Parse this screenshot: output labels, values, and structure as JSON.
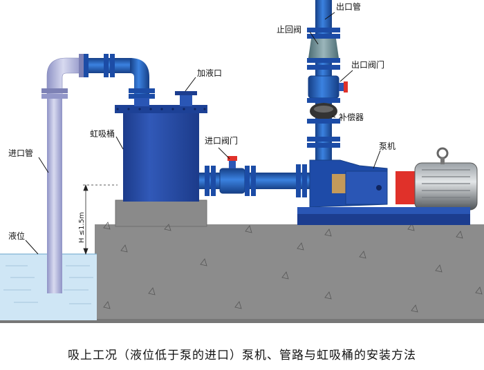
{
  "labels": {
    "outlet_pipe": "出口管",
    "check_valve": "止回阀",
    "outlet_valve": "出口阀门",
    "add_liquid_port": "加液口",
    "compensator": "补偿器",
    "siphon_tank": "虹吸桶",
    "inlet_valve": "进口阀门",
    "pump_unit": "泵机",
    "inlet_pipe": "进口管",
    "liquid_level": "液位",
    "height_limit": "H ≤1.5m"
  },
  "caption": "吸上工况（液位低于泵的进口）泵机、管路与虹吸桶的安装方法",
  "colors": {
    "pipe_blue": "#1e5fc0",
    "tank_blue": "#24489e",
    "inlet_pipe": "#b5b8df",
    "concrete": "#8c8c8c",
    "water": "#cfe6f5",
    "valve_red": "#e0312a",
    "motor_gray": "#6e7378"
  }
}
